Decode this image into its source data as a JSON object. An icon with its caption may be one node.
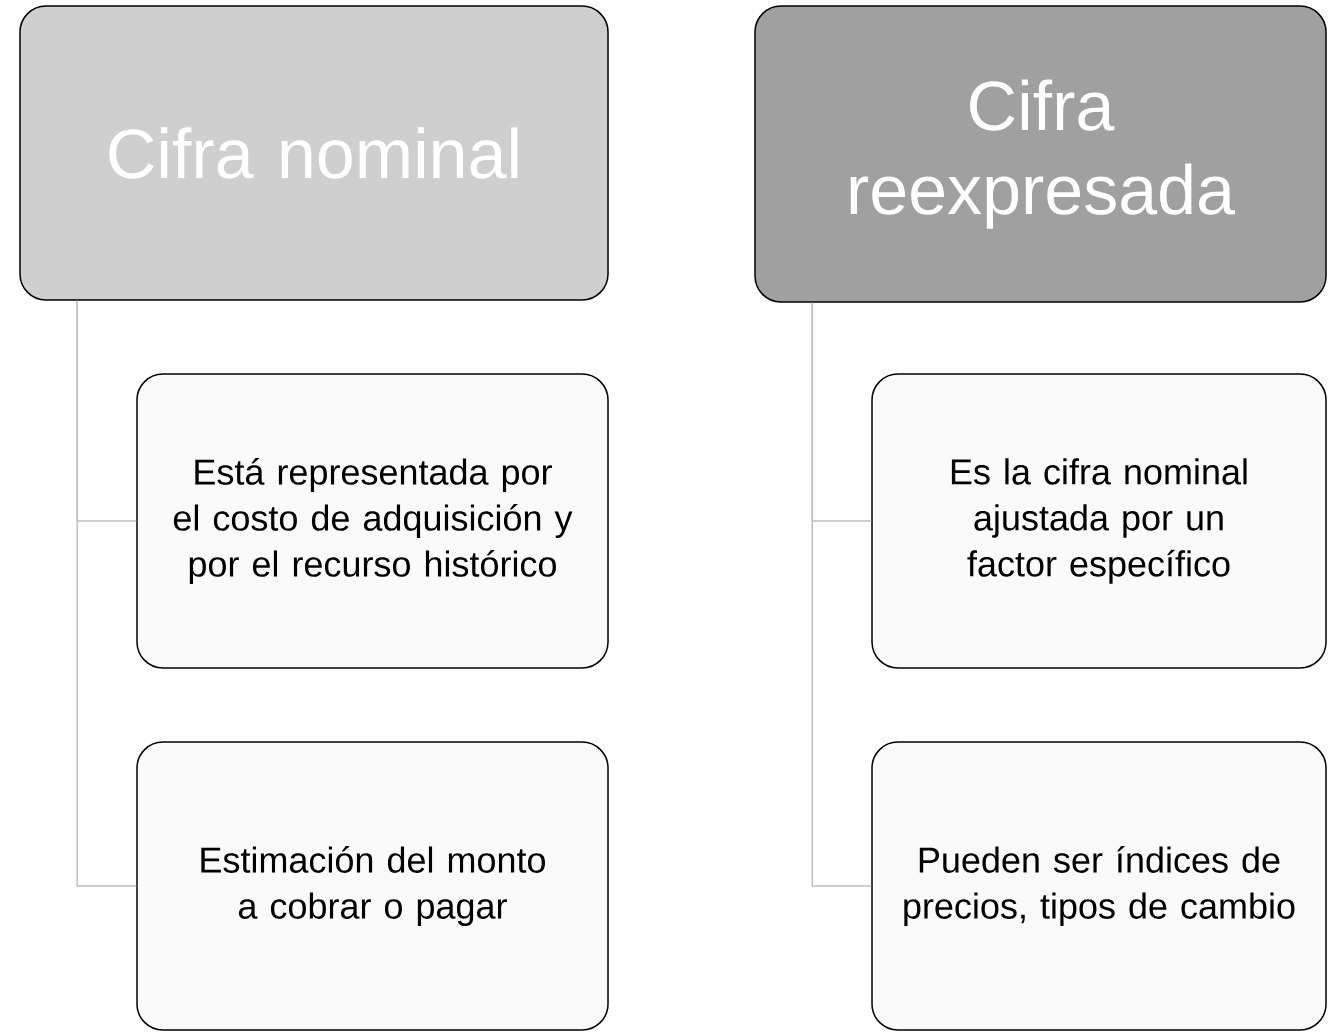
{
  "diagram": {
    "nodes": [
      {
        "text": [
          "Cifra nominal"
        ]
      },
      {
        "text": [
          "Está representada por el costo de adquisición y por el recurso histórico"
        ]
      },
      {
        "text": [
          "Estimación del monto a cobrar o pagar"
        ]
      },
      {
        "text": [
          "Cifra reexpresada"
        ]
      },
      {
        "text": [
          "Es la cifra nominal ajustada por un factor específico"
        ]
      },
      {
        "text": [
          "Pueden ser índices de precios, tipos de cambio"
        ]
      }
    ],
    "edges": [
      {
        "from": 0,
        "to": 1,
        "arrow": "none"
      },
      {
        "from": 0,
        "to": 2,
        "arrow": "none"
      },
      {
        "from": 3,
        "to": 4,
        "arrow": "none"
      },
      {
        "from": 3,
        "to": 5,
        "arrow": "none"
      }
    ]
  }
}
